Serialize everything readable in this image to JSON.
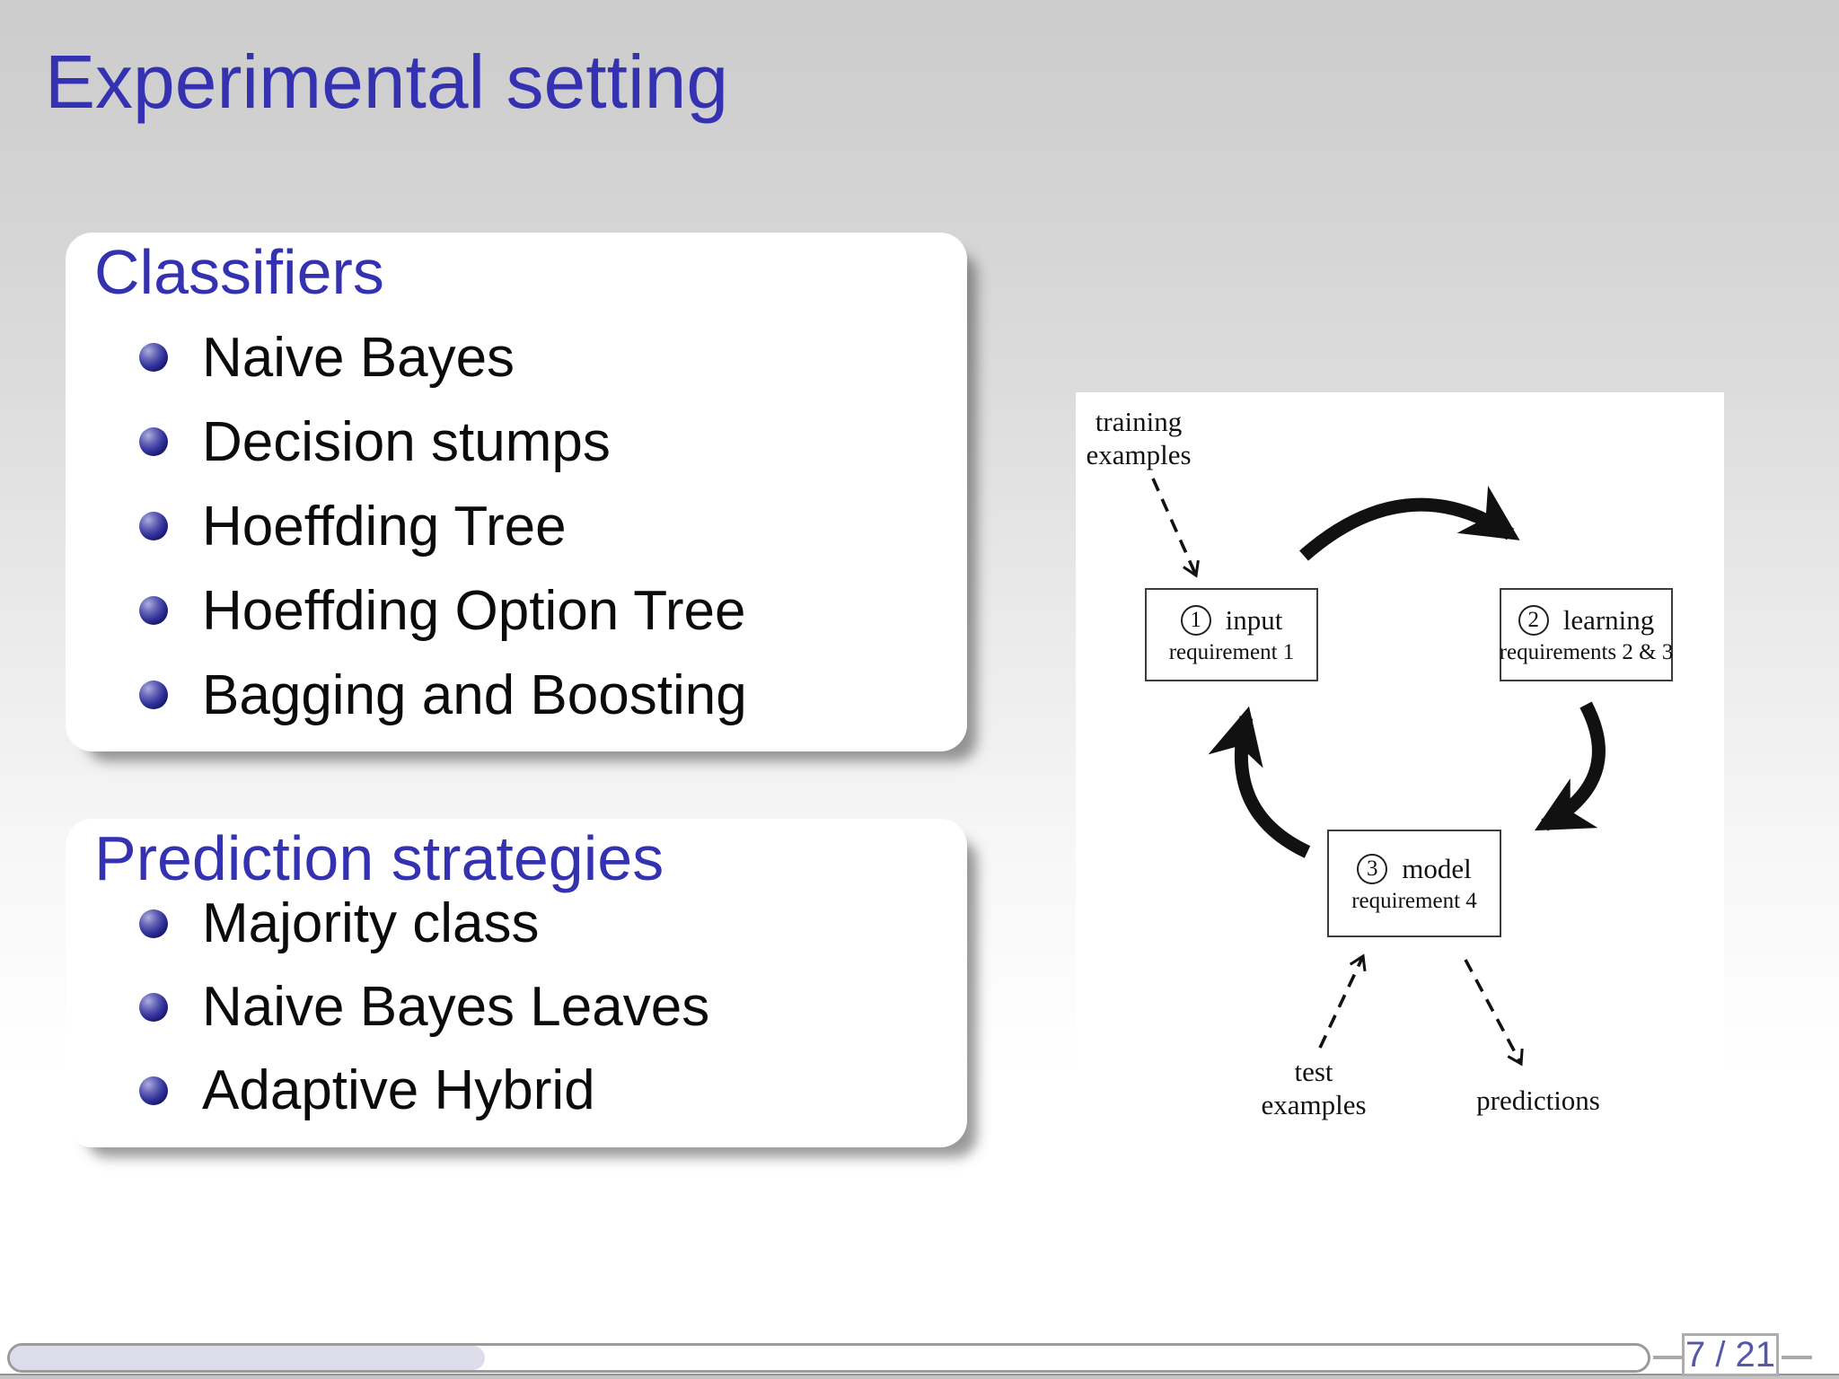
{
  "slide": {
    "title": "Experimental setting",
    "accent_color": "#3432b0",
    "background_top_color": "#cccccc",
    "background_bottom_color": "#ffffff"
  },
  "blocks": [
    {
      "title": "Classifiers",
      "items": [
        "Naive Bayes",
        "Decision stumps",
        "Hoeffding Tree",
        "Hoeffding Option Tree",
        "Bagging and Boosting"
      ]
    },
    {
      "title": "Prediction strategies",
      "items": [
        "Majority class",
        "Naive Bayes Leaves",
        "Adaptive Hybrid"
      ]
    }
  ],
  "diagram": {
    "training_label": {
      "line1": "training",
      "line2": "examples"
    },
    "test_label": {
      "line1": "test",
      "line2": "examples"
    },
    "predictions_label": "predictions",
    "nodes": [
      {
        "number": "1",
        "title": "input",
        "subtitle": "requirement 1"
      },
      {
        "number": "2",
        "title": "learning",
        "subtitle": "requirements 2 & 3"
      },
      {
        "number": "3",
        "title": "model",
        "subtitle": "requirement 4"
      }
    ]
  },
  "footer": {
    "page_indicator": "7 / 21",
    "progress_percent": 29,
    "fill_color": "#dcdceb",
    "page_number_color": "#5558a9"
  }
}
